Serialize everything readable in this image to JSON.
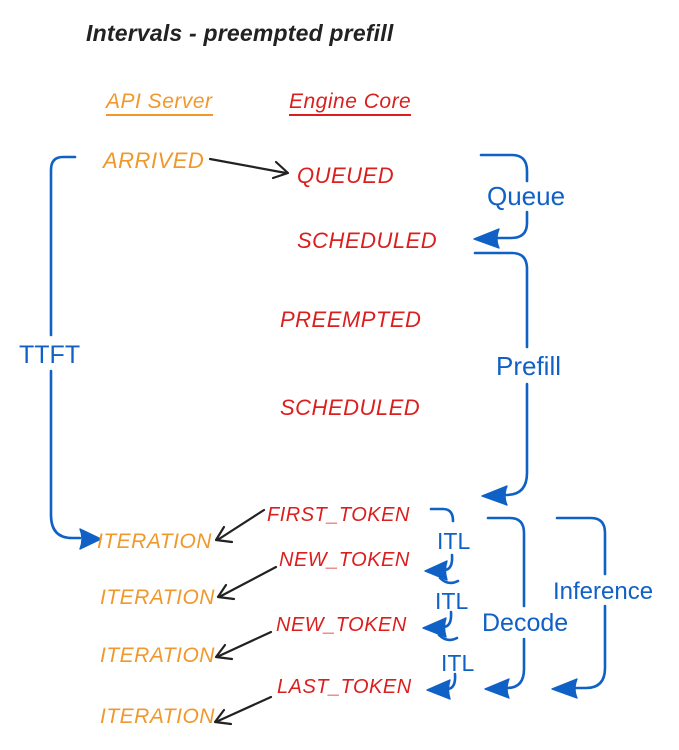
{
  "title": "Intervals - preempted prefill",
  "colors": {
    "api_server": "#F0982C",
    "engine_core": "#DA1F1E",
    "interval": "#1061C6",
    "ink": "#222222"
  },
  "columns": [
    {
      "label": "API Server"
    },
    {
      "label": "Engine Core"
    }
  ],
  "api_server_events": [
    {
      "label": "ARRIVED"
    },
    {
      "label": "ITERATION"
    },
    {
      "label": "ITERATION"
    },
    {
      "label": "ITERATION"
    },
    {
      "label": "ITERATION"
    }
  ],
  "engine_core_events": [
    {
      "label": "QUEUED"
    },
    {
      "label": "SCHEDULED"
    },
    {
      "label": "PREEMPTED"
    },
    {
      "label": "SCHEDULED"
    },
    {
      "label": "FIRST_TOKEN"
    },
    {
      "label": "NEW_TOKEN"
    },
    {
      "label": "NEW_TOKEN"
    },
    {
      "label": "LAST_TOKEN"
    }
  ],
  "intervals": [
    {
      "label": "TTFT"
    },
    {
      "label": "Queue"
    },
    {
      "label": "Prefill"
    },
    {
      "label": "ITL"
    },
    {
      "label": "ITL"
    },
    {
      "label": "ITL"
    },
    {
      "label": "Decode"
    },
    {
      "label": "Inference"
    }
  ]
}
